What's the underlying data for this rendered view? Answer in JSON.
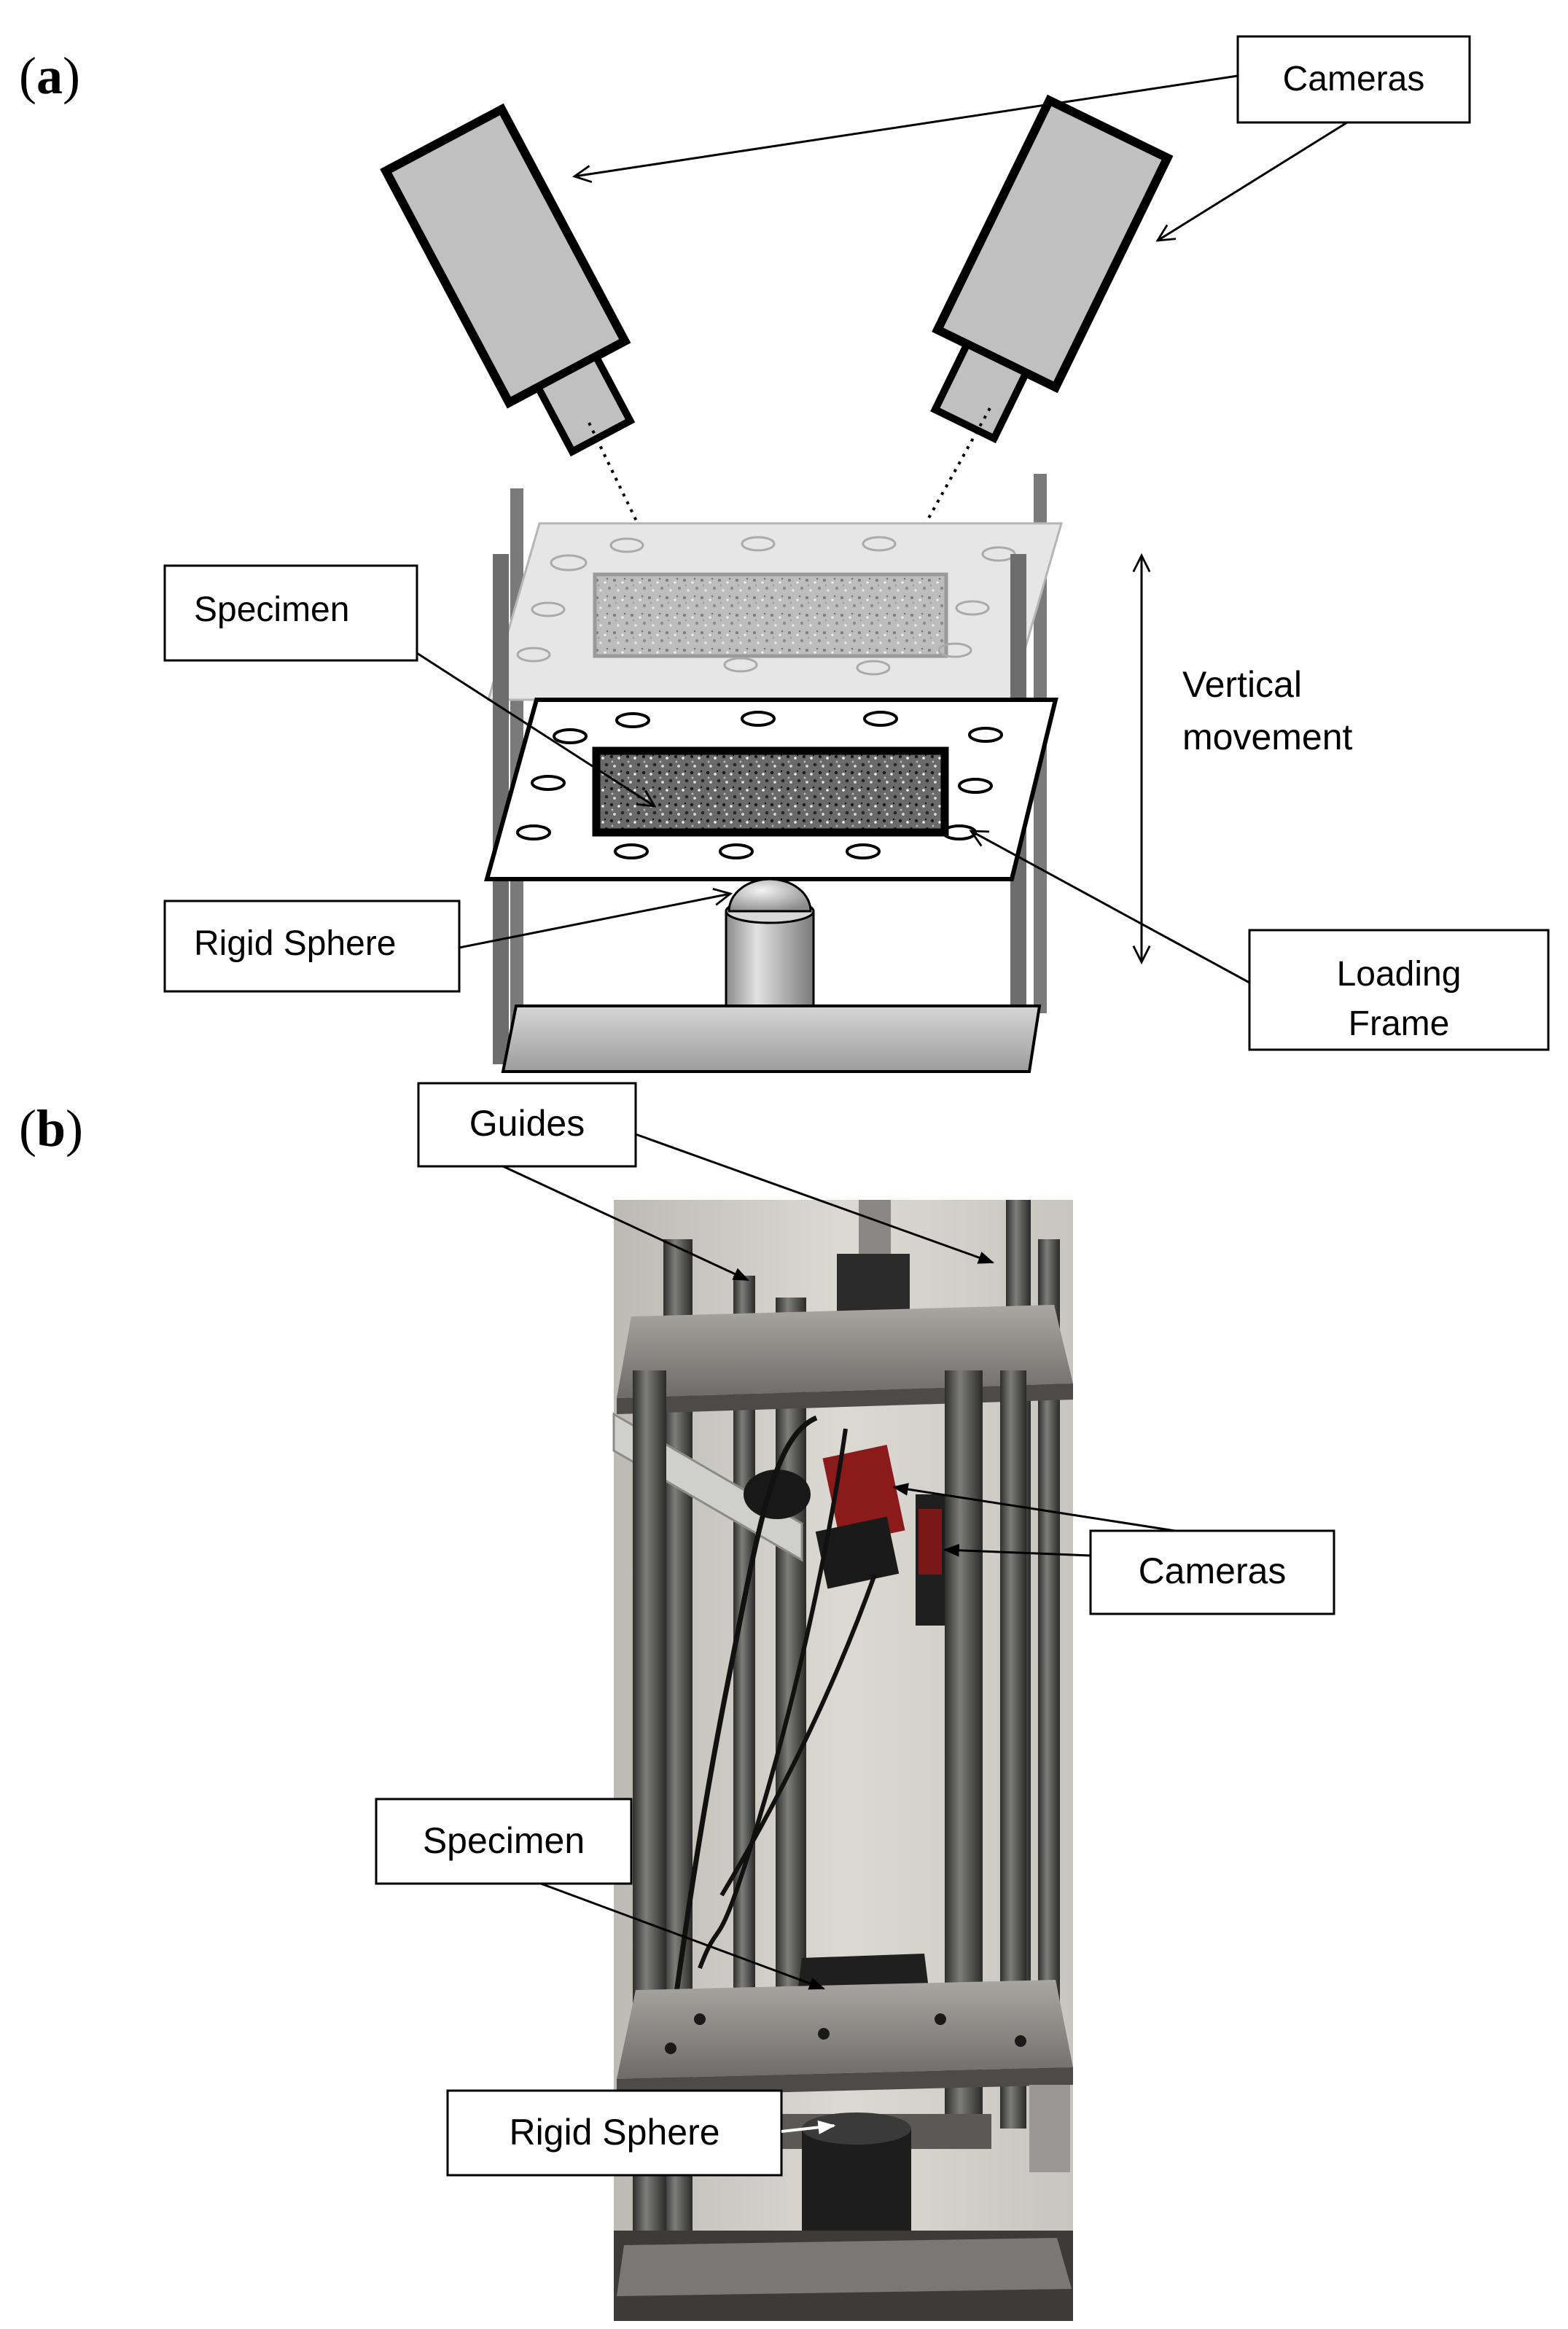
{
  "panel_a": {
    "label_open": "(",
    "label_letter": "a",
    "label_close": ")",
    "callouts": {
      "cameras": "Cameras",
      "specimen": "Specimen",
      "rigid_sphere": "Rigid Sphere",
      "vertical_movement_line1": "Vertical",
      "vertical_movement_line2": "movement",
      "loading_frame_line1": "Loading",
      "loading_frame_line2": "Frame"
    }
  },
  "panel_b": {
    "label_open": "(",
    "label_letter": "b",
    "label_close": ")",
    "callouts": {
      "guides": "Guides",
      "cameras": "Cameras",
      "specimen": "Specimen",
      "rigid_sphere": "Rigid Sphere"
    }
  },
  "colors": {
    "camera_body": "#c0c0c0",
    "outline": "#000000",
    "photo_wall": "#d8d5cf",
    "camera_red": "#8b1a1a"
  }
}
